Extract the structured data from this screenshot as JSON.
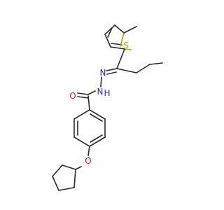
{
  "molecule": {
    "atoms": {
      "sulfur": "S",
      "hydrazone_n1": "N",
      "hydrazone_n2": "N",
      "amide_h": "H",
      "carbonyl_o": "O",
      "ether_o": "O"
    },
    "colors": {
      "bond": "#2b2b2b",
      "sulfur": "#b8a400",
      "nitrogen": "#2a2ad6",
      "oxygen": "#e02020"
    }
  }
}
